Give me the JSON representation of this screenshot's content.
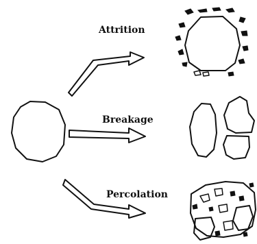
{
  "labels": {
    "attrition": "Attrition",
    "breakage": "Breakage",
    "percolation": "Percolation"
  }
}
